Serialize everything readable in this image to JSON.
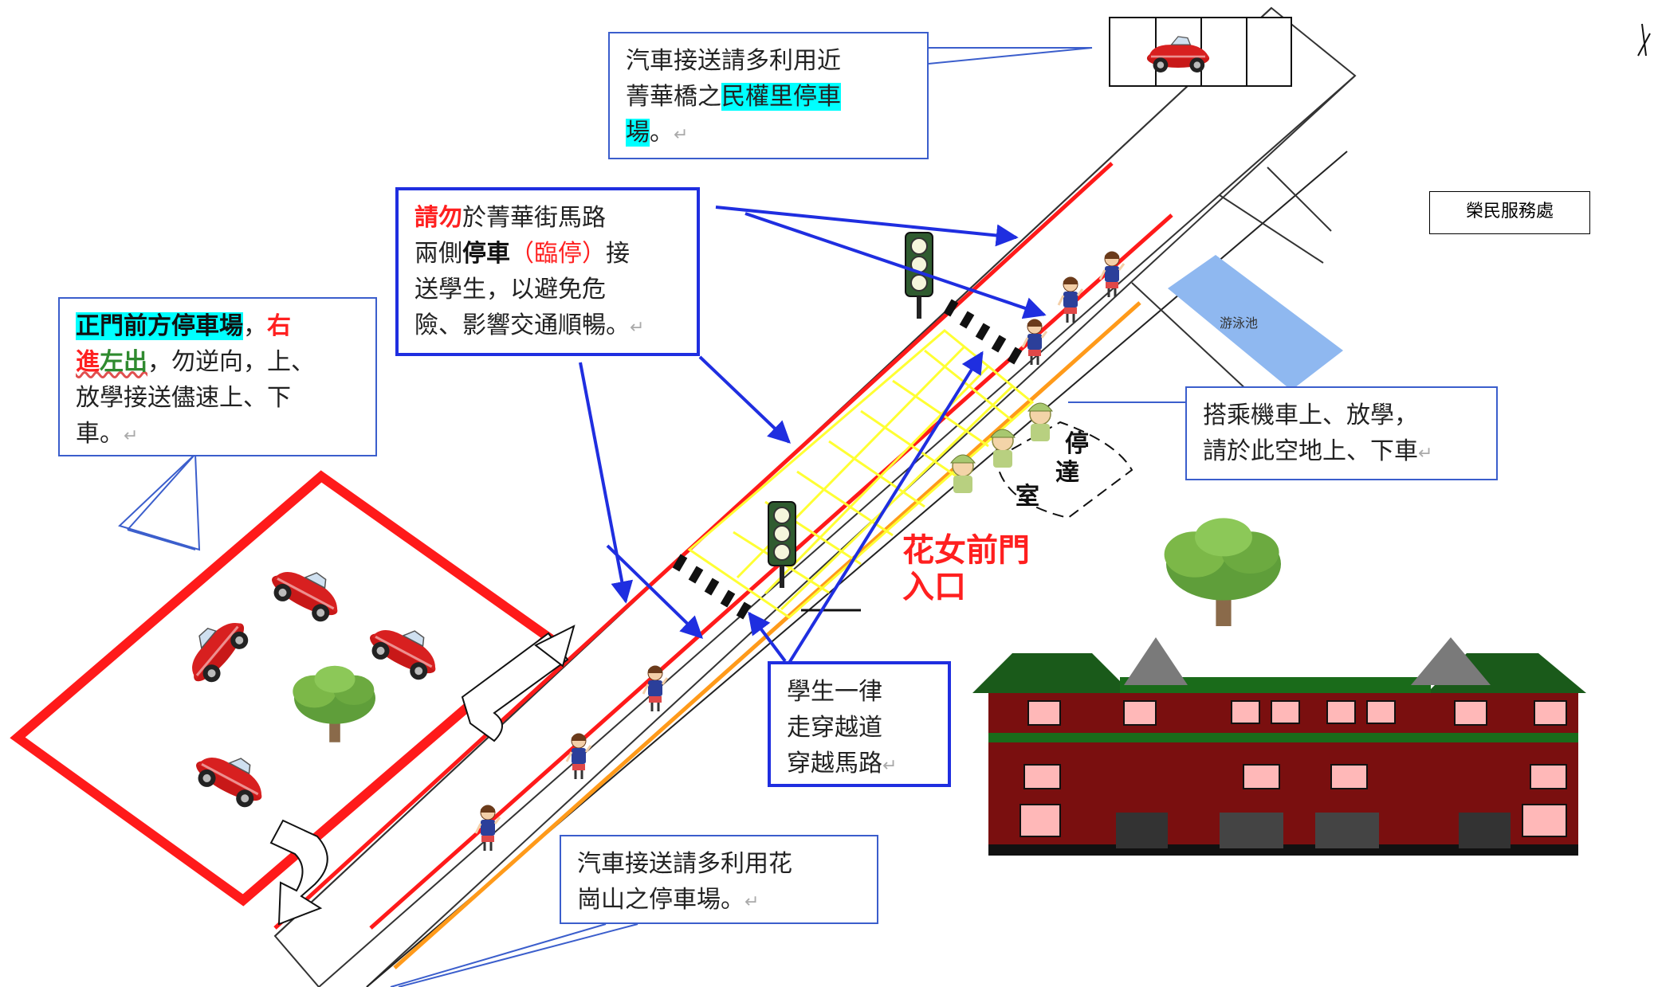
{
  "callouts": {
    "top_parking": {
      "line1": "汽車接送請多利用近",
      "line2_pre": "菁華橋之",
      "line2_hl": "民權里停車",
      "line3_hl": "場",
      "line3_post": "。"
    },
    "no_parking": {
      "red": "請勿",
      "t1": "於菁華街馬路",
      "t2": "兩側",
      "bold1": "停車",
      "red2": "（臨停）",
      "t3": "接",
      "line3": "送學生，以避免危",
      "line4": "險、影響交通順暢。"
    },
    "front_lot": {
      "hl": "正門前方停車場",
      "comma": "，",
      "red1": "右",
      "red2": "進",
      "green": "左出",
      "t1": "，勿逆向，上、",
      "line3": "放學接送儘速上、下",
      "line4": "車。"
    },
    "scooter": {
      "line1": "搭乘機車上、放學，",
      "line2": "請於此空地上、下車"
    },
    "crosswalk": {
      "line1": "學生一律",
      "line2": "走穿越道",
      "line3": "穿越馬路"
    },
    "bottom_parking": {
      "line1": "汽車接送請多利用花",
      "line2": "崗山之停車場。"
    }
  },
  "labels": {
    "vet_office": "榮民服務處",
    "pool": "游泳池",
    "gate": "花女前門入口",
    "guard_room_1": "停",
    "guard_room_2": "達",
    "guard_room_3": "室"
  },
  "colors": {
    "road_red": "#ff1a1a",
    "road_orange": "#ff9a1a",
    "arrow_blue": "#1f2ee0",
    "zone_yellow": "#ffff33",
    "pool_blue": "#8fb8f0",
    "building_red": "#7a0f0f",
    "roof_green": "#1a6b1a"
  },
  "icons": [
    "car-icon",
    "tree-icon",
    "student-icon",
    "traffic-light-icon",
    "building-icon",
    "u-turn-arrow-icon"
  ]
}
